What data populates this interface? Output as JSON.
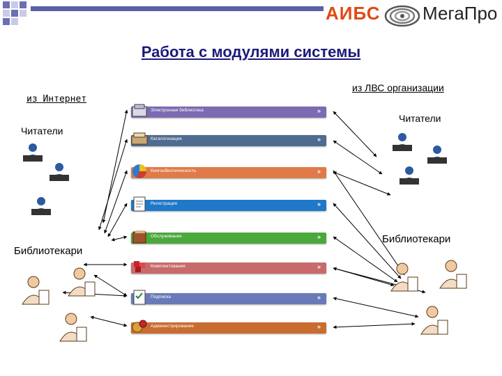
{
  "header": {
    "logo_aibs": "АИБС",
    "logo_megapro": "МегаПро",
    "title": "Работа с модулями системы"
  },
  "labels": {
    "internet": "из Интернет",
    "lan": "из ЛВС организации",
    "readers_left": "Читатели",
    "readers_right": "Читатели",
    "librarians_left": "Библиотекари",
    "librarians_right": "Библиотекари"
  },
  "modules": [
    {
      "label": "Электронная библиотека",
      "color": "#7b6bb2",
      "icon": "books-icon"
    },
    {
      "label": "Каталогизация",
      "color": "#4f6b8f",
      "icon": "catalog-cards-icon"
    },
    {
      "label": "Книгообеспеченность",
      "color": "#e07a48",
      "icon": "pie-chart-icon"
    },
    {
      "label": "Регистрация",
      "color": "#1f78c8",
      "icon": "registration-form-icon"
    },
    {
      "label": "Обслуживание",
      "color": "#4aa83c",
      "icon": "book-service-icon"
    },
    {
      "label": "Комплектование",
      "color": "#c86a6a",
      "icon": "puzzle-icon"
    },
    {
      "label": "Подписка",
      "color": "#6a7ab8",
      "icon": "checklist-icon"
    },
    {
      "label": "Администрирование",
      "color": "#c86c30",
      "icon": "gears-icon"
    }
  ],
  "module_arrow": "»",
  "colors": {
    "title": "#1b1b7a",
    "logo_orange": "#e04a12",
    "header_bar": "#5b5fa8"
  }
}
